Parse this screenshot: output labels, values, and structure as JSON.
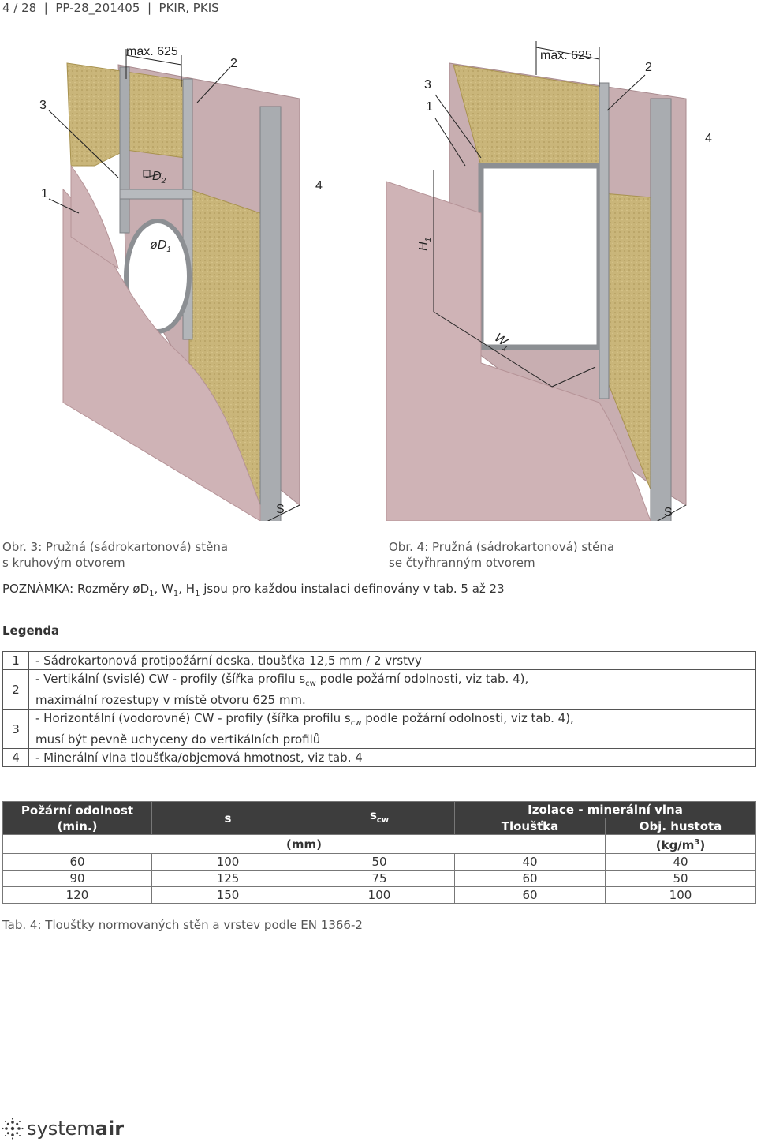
{
  "header": {
    "page": "4 / 28",
    "code": "PP-28_201405",
    "product": "PKIR, PKIS"
  },
  "figure_left": {
    "labels": {
      "max": "max. 625",
      "n2": "2",
      "n3": "3",
      "n1": "1",
      "n4": "4",
      "d2": "D",
      "d2_sub": "2",
      "d1": "øD",
      "d1_sub": "1",
      "s": "S"
    },
    "caption_line1": "Obr. 3: Pružná (sádrokartonová) stěna",
    "caption_line2": "s kruhovým  otvorem"
  },
  "figure_right": {
    "labels": {
      "max": "max. 625",
      "n2": "2",
      "n3": "3",
      "n1": "1",
      "n4": "4",
      "h1": "H",
      "h1_sub": "1",
      "w1": "W",
      "w1_sub": "1",
      "s": "S"
    },
    "caption_line1": "Obr. 4: Pružná (sádrokartonová) stěna",
    "caption_line2": "se čtyřhranným otvorem"
  },
  "note": {
    "prefix": "POZNÁMKA: Rozměry øD",
    "sub1": "1",
    "w": ", W",
    "sub2": "1",
    "h": ", H",
    "sub3": "1",
    "suffix": " jsou pro každou instalaci definovány v tab. 5 až 23"
  },
  "legend": {
    "title": "Legenda",
    "rows": [
      {
        "num": "1",
        "text": "- Sádrokartonová protipožární deska, tloušťka 12,5 mm / 2 vrstvy"
      },
      {
        "num": "2",
        "text_a": "- Vertikální (svislé)  CW - profily (šířka profilu s",
        "sub": "cw",
        "text_b": " podle požární odolnosti,  viz tab. 4),",
        "text_c": "maximální rozestupy v místě otvoru 625 mm."
      },
      {
        "num": "3",
        "text_a": "- Horizontální (vodorovné)  CW - profily (šířka profilu s",
        "sub": "cw",
        "text_b": " podle požární odolnosti,  viz tab. 4),",
        "text_c": "musí být pevně uchyceny do vertikálních profilů"
      },
      {
        "num": "4",
        "text": "- Minerální vlna tloušťka/objemová hmotnost, viz tab. 4"
      }
    ]
  },
  "spec_table": {
    "col_fire": "Požární odolnost",
    "col_fire_2": "(min.)",
    "col_s": "s",
    "col_scw": "s",
    "col_scw_sub": "cw",
    "col_insulation": "Izolace - minerální vlna",
    "col_thickness": "Tloušťka",
    "col_density": "Obj. hustota",
    "unit_mm": "(mm)",
    "unit_kg": "(kg/m",
    "unit_kg_sup": "3",
    "unit_kg_end": ")",
    "rows": [
      [
        "60",
        "100",
        "50",
        "40",
        "40"
      ],
      [
        "90",
        "125",
        "75",
        "60",
        "50"
      ],
      [
        "120",
        "150",
        "100",
        "60",
        "100"
      ]
    ],
    "caption": "Tab. 4: Tloušťky normovaných stěn a vrstev podle EN 1366-2"
  },
  "logo": {
    "light": "system",
    "bold": "air"
  },
  "colors": {
    "board": "#cfb3b6",
    "board_edge": "#b59397",
    "wool": "#c9b579",
    "steel": "#a9acb0",
    "table_header": "#3d3d3d"
  }
}
